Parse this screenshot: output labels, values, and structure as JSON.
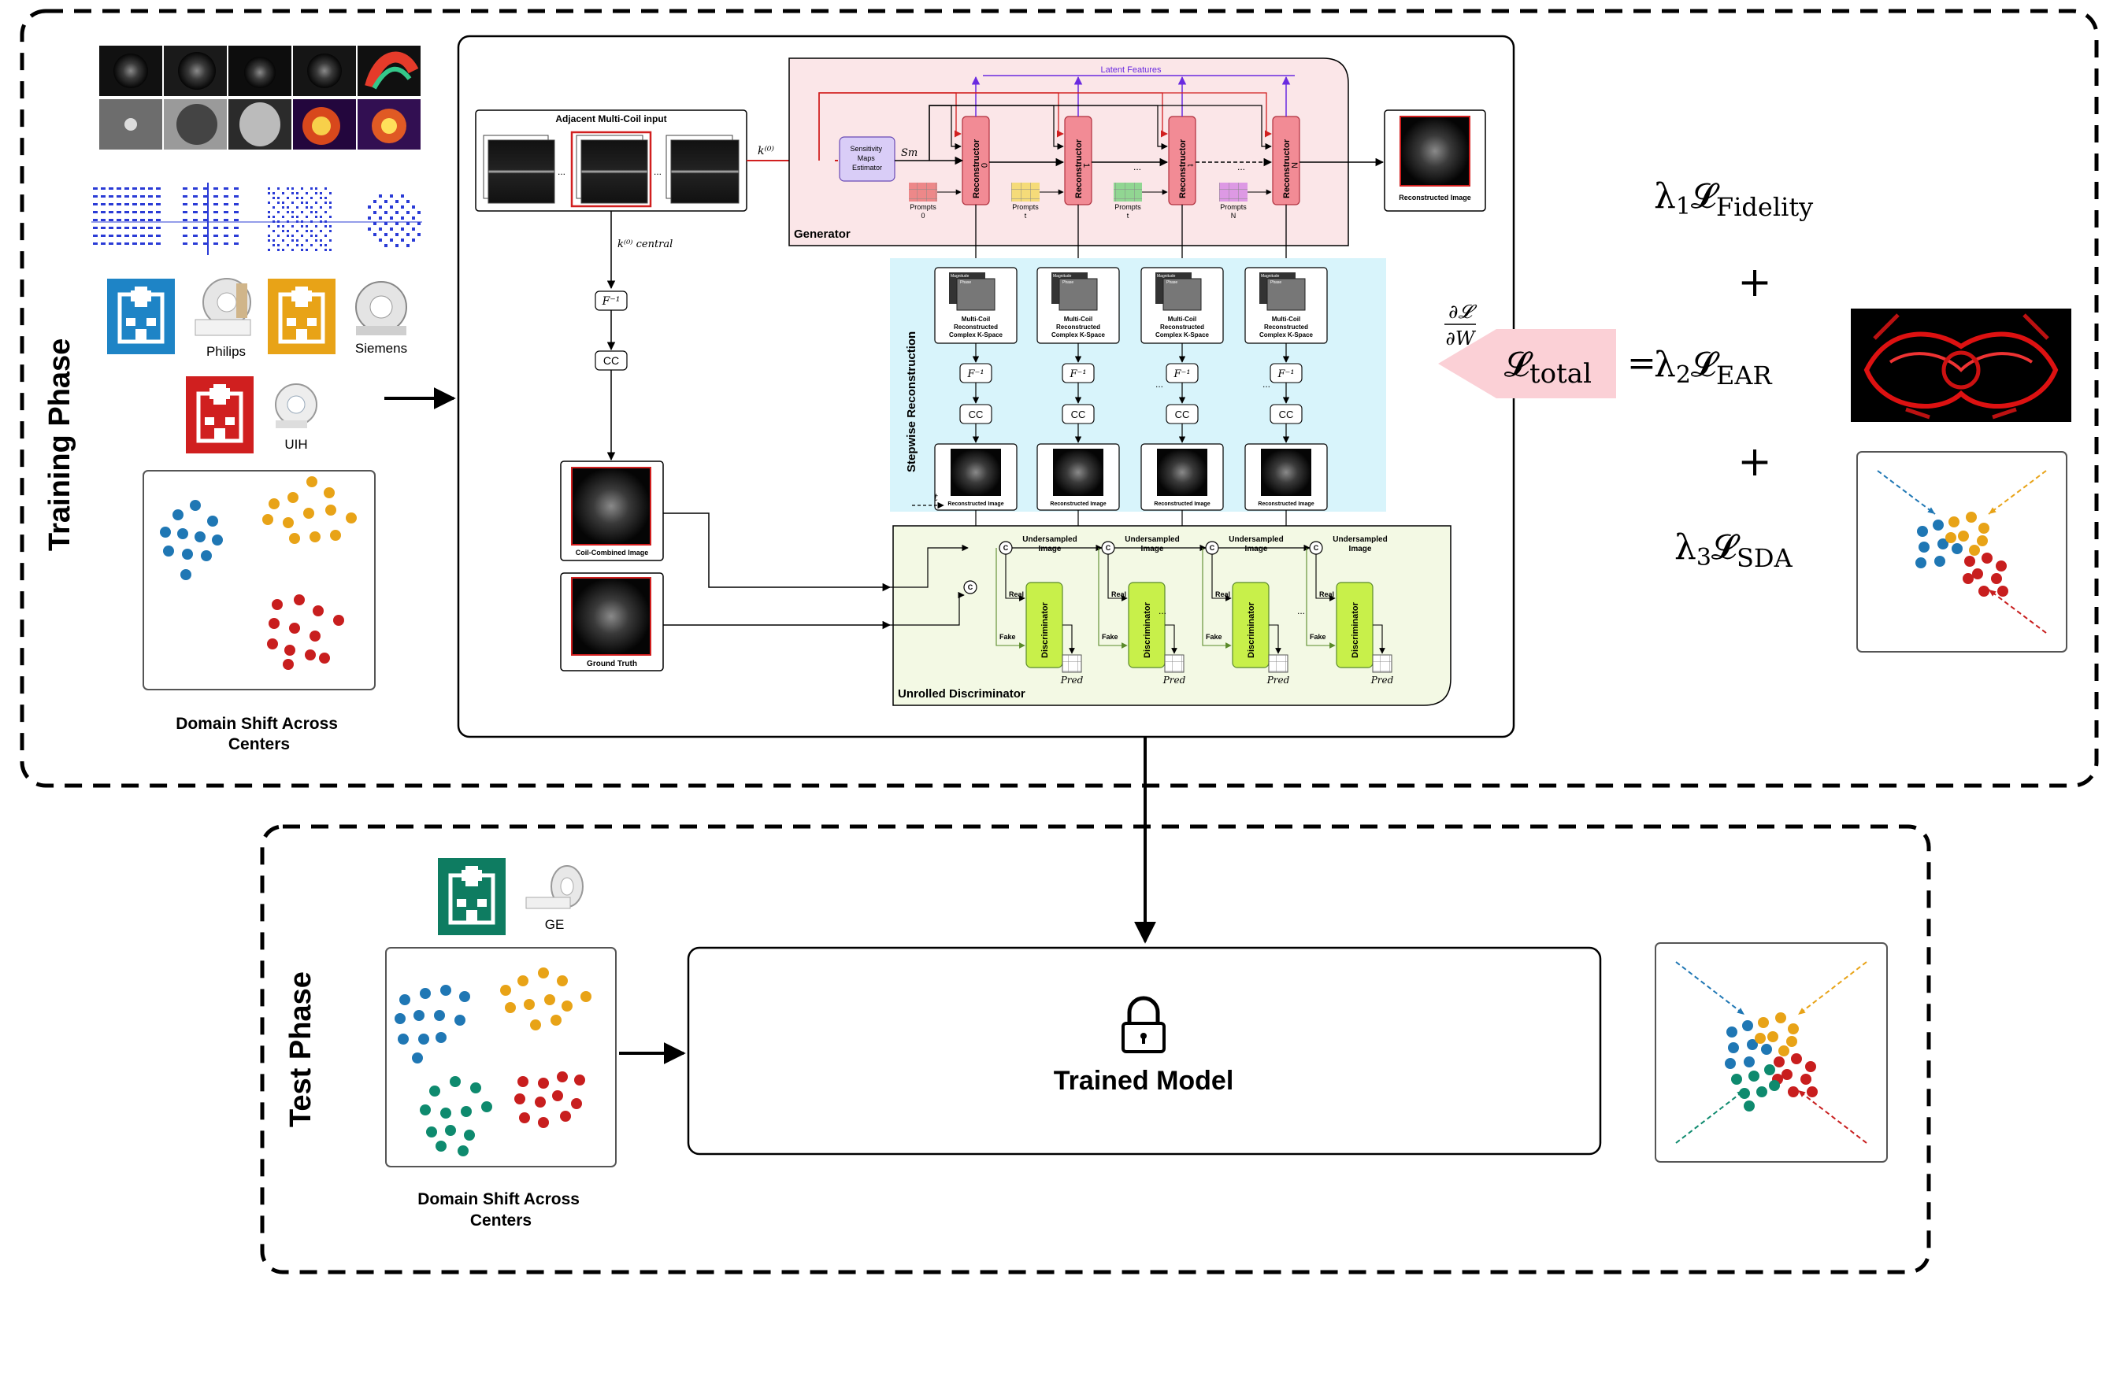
{
  "training_phase": {
    "label": "Training Phase",
    "vendors": [
      "Philips",
      "Siemens",
      "UIH"
    ],
    "domain_shift_caption": [
      "Domain Shift Across",
      "Centers"
    ]
  },
  "test_phase": {
    "label": "Test Phase",
    "vendor": "GE",
    "domain_shift_caption": [
      "Domain Shift Across",
      "Centers"
    ],
    "model_label": "Trained Model"
  },
  "input": {
    "title": "Adjacent Multi-Coil input",
    "k0": "k⁽⁰⁾",
    "kcentral": "k⁽⁰⁾ central",
    "finv": "F⁻¹",
    "cc": "CC",
    "coil_combined_caption": "Coil-Combined Image",
    "ground_truth_caption": "Ground Truth",
    "ellipsis": "..."
  },
  "generator": {
    "title": "Generator",
    "latent_features": "Latent Features",
    "sensitivity_estimator": [
      "Sensitivity",
      "Maps",
      "Estimator"
    ],
    "sm_label": "Sm",
    "reconstructor_label": "Reconstructor",
    "reconstructor_indices": [
      "0",
      "1",
      "t",
      "N"
    ],
    "prompts": [
      {
        "label": "Prompts",
        "index": "0"
      },
      {
        "label": "Prompts",
        "index": "t"
      },
      {
        "label": "Prompts",
        "index": "t"
      },
      {
        "label": "Prompts",
        "index": "N"
      }
    ],
    "output_caption": "Reconstructed Image"
  },
  "stepwise": {
    "title": "Stepwise Reconstruction",
    "kspace_caption": [
      "Multi-Coil",
      "Reconstructed",
      "Complex K-Space"
    ],
    "magnitude_tag": "Magnitude",
    "phase_tag": "Phase",
    "finv": "F⁻¹",
    "cc": "CC",
    "recon_caption": "Reconstructed Image",
    "t_label": "t"
  },
  "discriminator": {
    "title": "Unrolled Discriminator",
    "undersampled_label": [
      "Undersampled",
      "Image"
    ],
    "concat_symbol": "C",
    "block_label": "Discriminator",
    "real_label": "Real",
    "fake_label": "Fake",
    "pred_label": "Pred"
  },
  "loss": {
    "gradient": "∂𝓛 / ∂W",
    "total": "𝓛total",
    "equals": "=",
    "plus": "+",
    "terms": [
      {
        "coef": "λ1",
        "name": "Fidelity"
      },
      {
        "coef": "λ2",
        "name": "EAR"
      },
      {
        "coef": "λ3",
        "name": "SDA"
      }
    ]
  },
  "colors": {
    "blue": "#1f77b4",
    "orange": "#e8a317",
    "red": "#c81e1e",
    "teal": "#0e8a6e",
    "generator_bg": "#fbe6e8",
    "stepwise_bg": "#d8f4fb",
    "discriminator_bg": "#f3f9e4",
    "reconstructor_fill": "#f28b95",
    "discriminator_fill": "#c8f04a",
    "latent_arrow": "#6a2ae0",
    "k_arrow": "#d11f1f"
  }
}
